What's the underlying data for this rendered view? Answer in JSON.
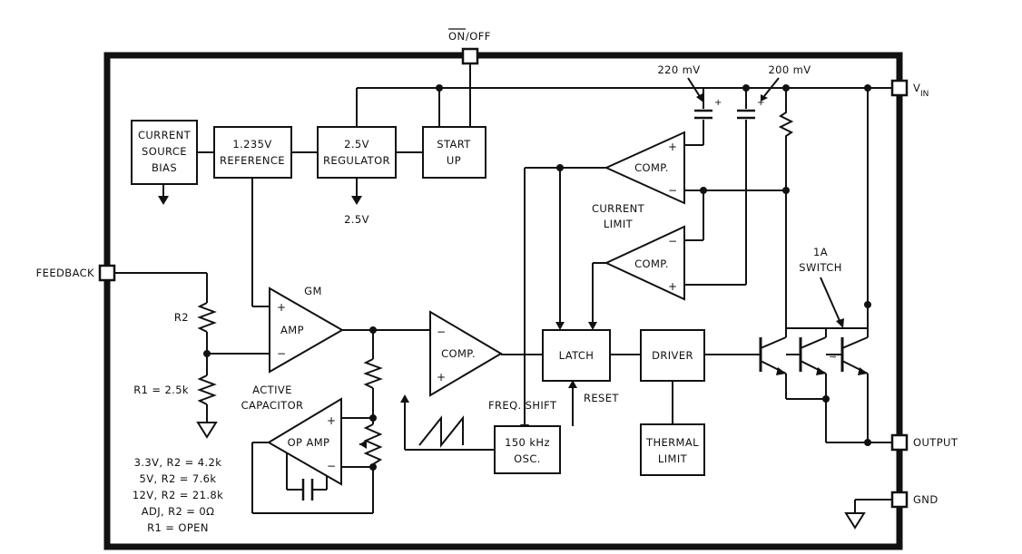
{
  "pins": {
    "on_off_bar": "ON",
    "on_off_rest": "/OFF",
    "vin_main": "V",
    "vin_sub": "IN",
    "feedback": "FEEDBACK",
    "output": "OUTPUT",
    "gnd": "GND"
  },
  "blocks": {
    "current_source_bias": [
      "CURRENT",
      "SOURCE",
      "BIAS"
    ],
    "reference": [
      "1.235V",
      "REFERENCE"
    ],
    "regulator": [
      "2.5V",
      "REGULATOR"
    ],
    "start_up": [
      "START",
      "UP"
    ],
    "latch": "LATCH",
    "driver": "DRIVER",
    "thermal_limit": [
      "THERMAL",
      "LIMIT"
    ],
    "oscillator": [
      "150 kHz",
      "OSC."
    ]
  },
  "amplifiers": {
    "current_comp_top": "COMP.",
    "current_comp_bottom": "COMP.",
    "gm_amp": "AMP",
    "gm_label": "GM",
    "pwm_comp": "COMP.",
    "op_amp": "OP AMP"
  },
  "labels": {
    "v220": "220 mV",
    "v200": "200 mV",
    "v25_out": "2.5V",
    "current_limit": [
      "CURRENT",
      "LIMIT"
    ],
    "switch": [
      "1A",
      "SWITCH"
    ],
    "r2": "R2",
    "r1": "R1 = 2.5k",
    "active_capacitor": [
      "ACTIVE",
      "CAPACITOR"
    ],
    "freq_shift": "FREQ.  SHIFT",
    "reset": "RESET"
  },
  "signs": {
    "plus": "+",
    "minus": "−",
    "tilde": "≈"
  },
  "resistor_table": [
    "3.3V, R2 = 4.2k",
    "5V, R2 = 7.6k",
    "12V, R2 = 21.8k",
    "ADJ, R2 = 0Ω",
    "R1 = OPEN"
  ]
}
